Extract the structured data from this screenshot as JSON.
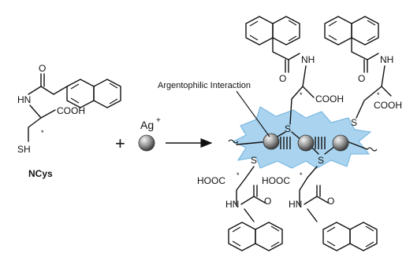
{
  "figure": {
    "ligand_name": "NCys",
    "reagent_charge_label": "+",
    "silver_ion": {
      "symbol": "Ag",
      "charge": "+"
    },
    "interaction_label": "Argentophilic Interaction",
    "atom_labels": {
      "oxygen": "O",
      "amide": "HN",
      "amide_reversed": "NH",
      "acid": "COOH",
      "acid_reversed": "HOOC",
      "thiol": "SH",
      "sulfur": "S",
      "chiral_marker": "*"
    }
  },
  "colors": {
    "burst_fill": "#a9d3ee",
    "burst_edge": "#6eb2de",
    "silver_light": "#f2f2f2",
    "silver_dark": "#4d4d4d",
    "ink": "#111111"
  }
}
